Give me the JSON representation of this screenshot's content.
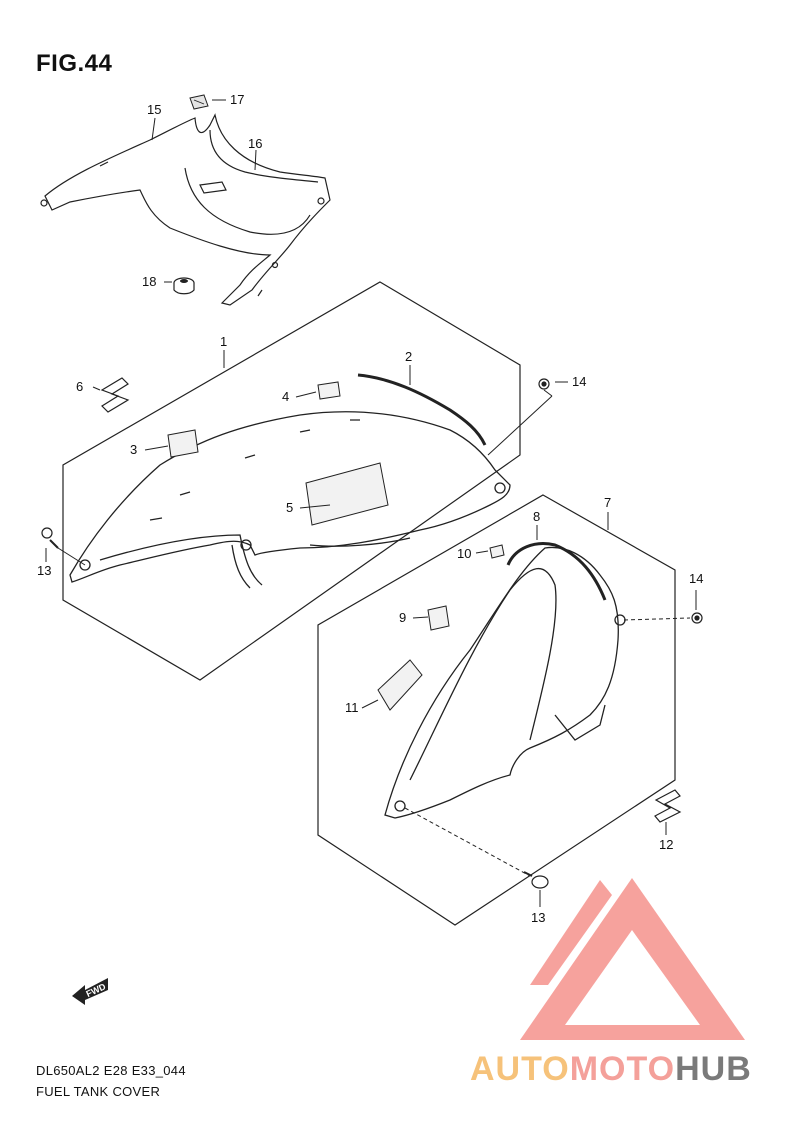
{
  "figure": {
    "title": "FIG.44"
  },
  "callouts": [
    {
      "id": "15",
      "label": "15"
    },
    {
      "id": "17",
      "label": "17"
    },
    {
      "id": "16",
      "label": "16"
    },
    {
      "id": "18",
      "label": "18"
    },
    {
      "id": "1",
      "label": "1"
    },
    {
      "id": "2",
      "label": "2"
    },
    {
      "id": "6",
      "label": "6"
    },
    {
      "id": "4",
      "label": "4"
    },
    {
      "id": "14a",
      "label": "14"
    },
    {
      "id": "3",
      "label": "3"
    },
    {
      "id": "5",
      "label": "5"
    },
    {
      "id": "7",
      "label": "7"
    },
    {
      "id": "8",
      "label": "8"
    },
    {
      "id": "13a",
      "label": "13"
    },
    {
      "id": "10",
      "label": "10"
    },
    {
      "id": "14b",
      "label": "14"
    },
    {
      "id": "9",
      "label": "9"
    },
    {
      "id": "11",
      "label": "11"
    },
    {
      "id": "12",
      "label": "12"
    },
    {
      "id": "13b",
      "label": "13"
    }
  ],
  "fwd_label": "FWD",
  "footer": {
    "model_code": "DL650AL2 E28 E33_044",
    "section_name": "FUEL TANK COVER"
  },
  "watermark": {
    "part1": "AUTO",
    "part2": "MOTO",
    "part3": "HUB"
  },
  "colors": {
    "line": "#222222",
    "watermark_red": "#f4837d",
    "watermark_orange": "#f6c27a",
    "watermark_gray": "#7a7a7a"
  }
}
